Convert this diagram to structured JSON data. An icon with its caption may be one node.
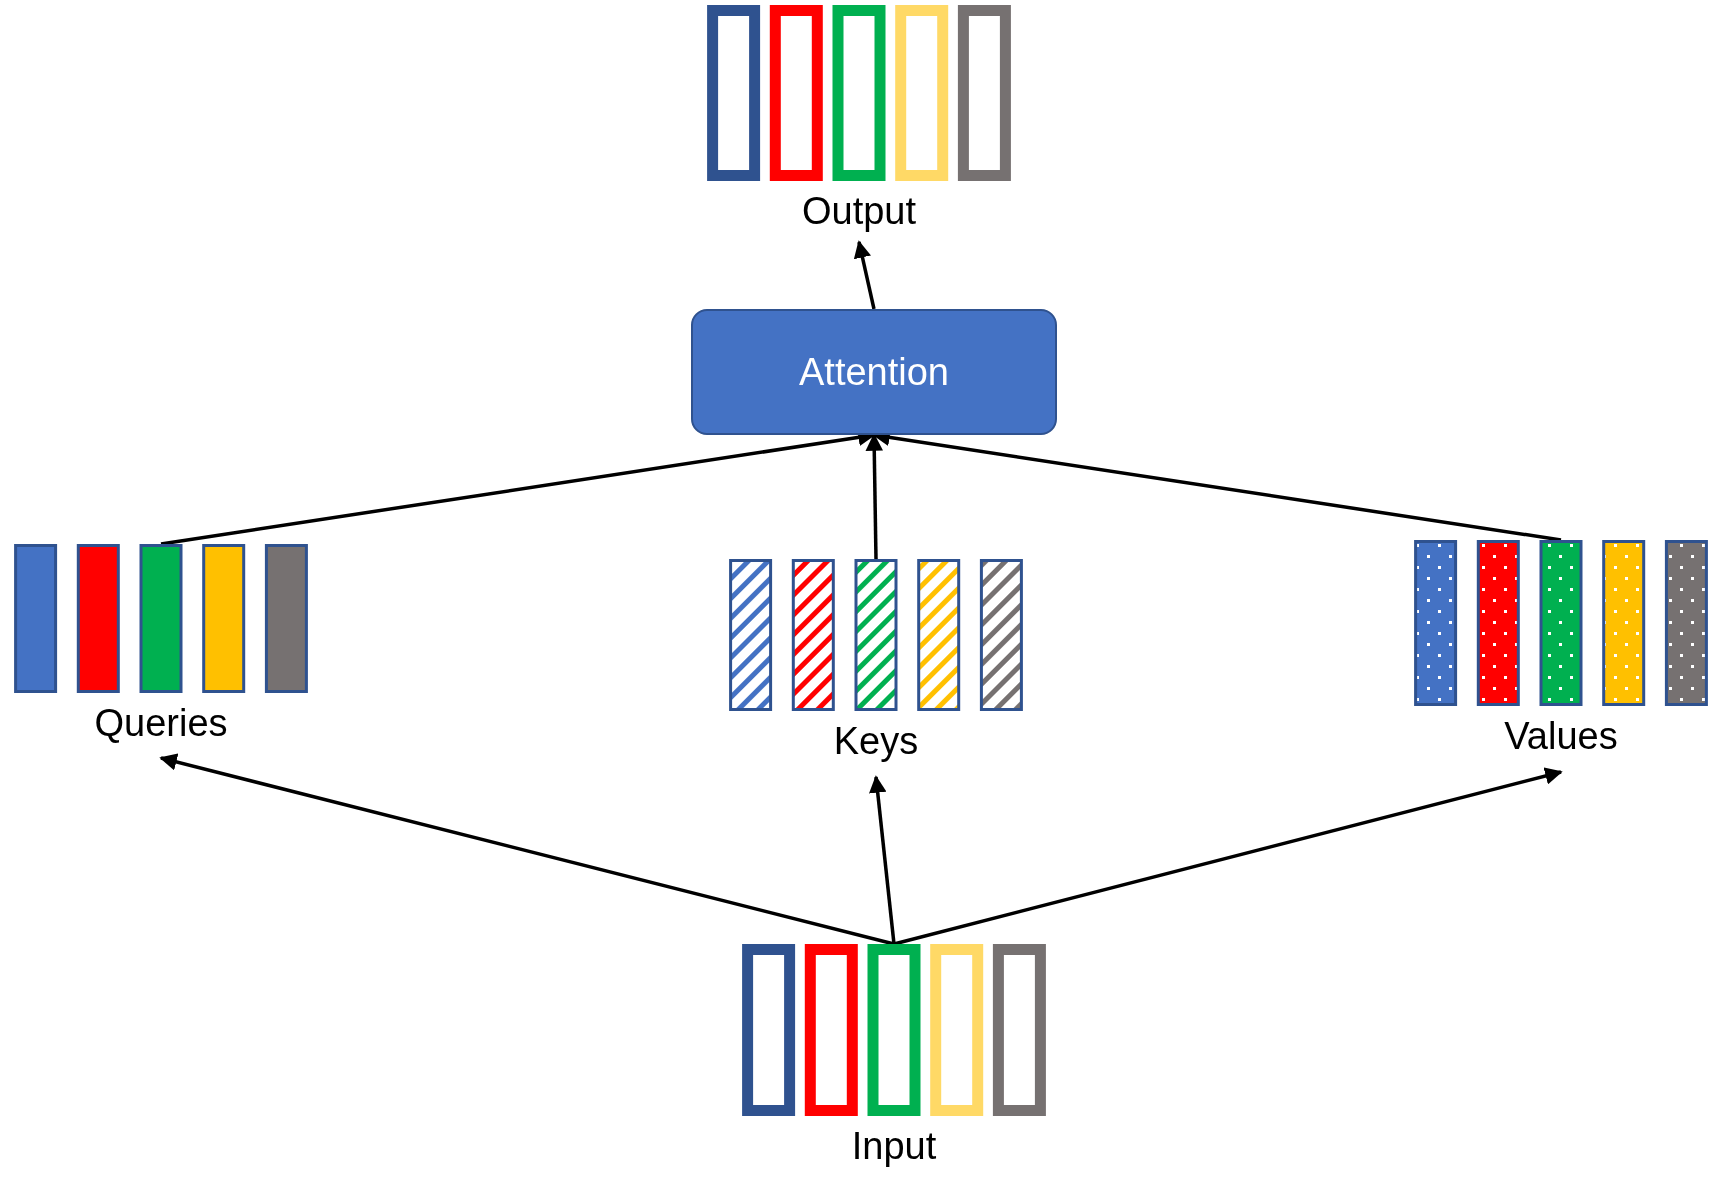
{
  "diagram": {
    "nodes": [
      {
        "text": [
          "Output"
        ]
      },
      {
        "text": [
          "Attention"
        ]
      },
      {
        "text": [
          "Queries"
        ]
      },
      {
        "text": [
          "Keys"
        ]
      },
      {
        "text": [
          "Values"
        ]
      },
      {
        "text": [
          "Input"
        ]
      }
    ],
    "edges": [
      {
        "from": 1,
        "to": 0,
        "arrow": "to"
      },
      {
        "from": 2,
        "to": 1,
        "arrow": "to"
      },
      {
        "from": 3,
        "to": 1,
        "arrow": "to"
      },
      {
        "from": 4,
        "to": 1,
        "arrow": "to"
      },
      {
        "from": 5,
        "to": 2,
        "arrow": "to"
      },
      {
        "from": 5,
        "to": 3,
        "arrow": "to"
      },
      {
        "from": 5,
        "to": 4,
        "arrow": "to"
      }
    ]
  }
}
